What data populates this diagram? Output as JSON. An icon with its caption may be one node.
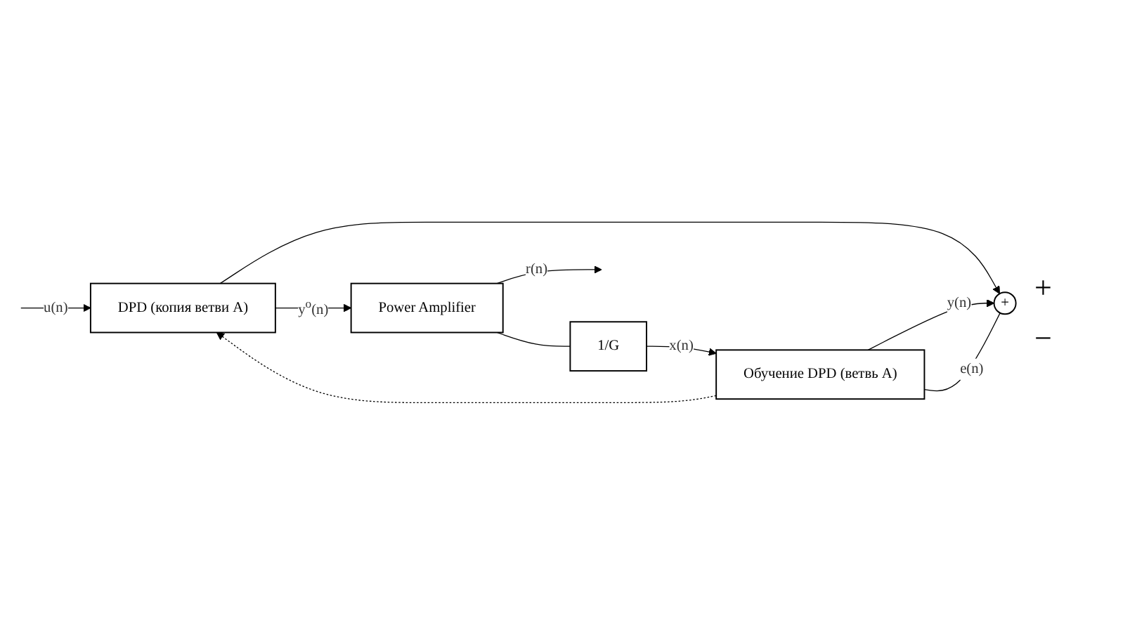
{
  "diagram": {
    "nodes": [
      {
        "text": [
          "DPD (копия ветви A)"
        ]
      },
      {
        "text": [
          "Power Amplifier"
        ]
      },
      {
        "text": [
          "+"
        ]
      },
      {
        "text": [
          "1/G"
        ]
      },
      {
        "text": [
          "Обучение DPD (ветвь A)"
        ]
      }
    ],
    "edges": [
      {
        "from": null,
        "to": 0,
        "arrow": "to",
        "label": "u(n)"
      },
      {
        "from": 0,
        "to": 1,
        "arrow": "to",
        "label": "y$^{o}$(n)"
      },
      {
        "from": 1,
        "to": null,
        "arrow": "to",
        "label": "r(n)"
      },
      {
        "from": 0,
        "to": 2,
        "arrow": "to"
      },
      {
        "from": 1,
        "to": 3,
        "arrow": "none"
      },
      {
        "from": 3,
        "to": 4,
        "arrow": "to",
        "label": "x(n)"
      },
      {
        "from": 4,
        "to": 2,
        "arrow": "to",
        "label": "y(n)"
      },
      {
        "from": 2,
        "to": 4,
        "arrow": "none",
        "label": "e(n)"
      },
      {
        "from": 4,
        "to": 0,
        "arrow": "to",
        "style": "dashed"
      }
    ],
    "labels": [
      "+",
      "−"
    ]
  }
}
